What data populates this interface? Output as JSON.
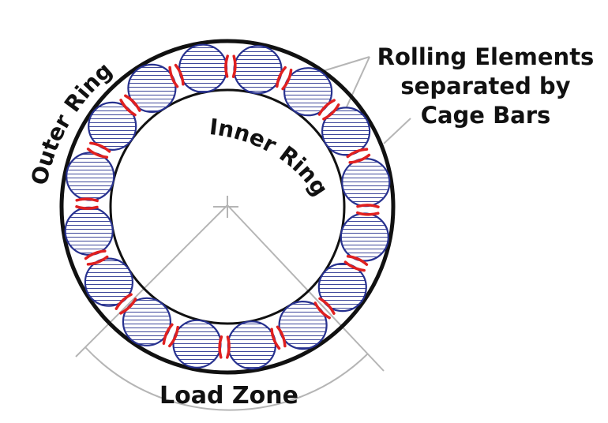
{
  "labels": {
    "outer_ring": "Outer Ring",
    "inner_ring": "Inner Ring",
    "rolling_line1": "Rolling Elements",
    "rolling_line2": "separated by",
    "rolling_line3": "Cage Bars",
    "load_zone": "Load Zone"
  },
  "bearing": {
    "rolling_element_count": 16
  },
  "colors": {
    "ring_stroke": "#111111",
    "ball_stroke": "#27318f",
    "ball_fill": "#ffffff",
    "cage_bar": "#e02020",
    "leader_line": "#b5b5b5"
  }
}
